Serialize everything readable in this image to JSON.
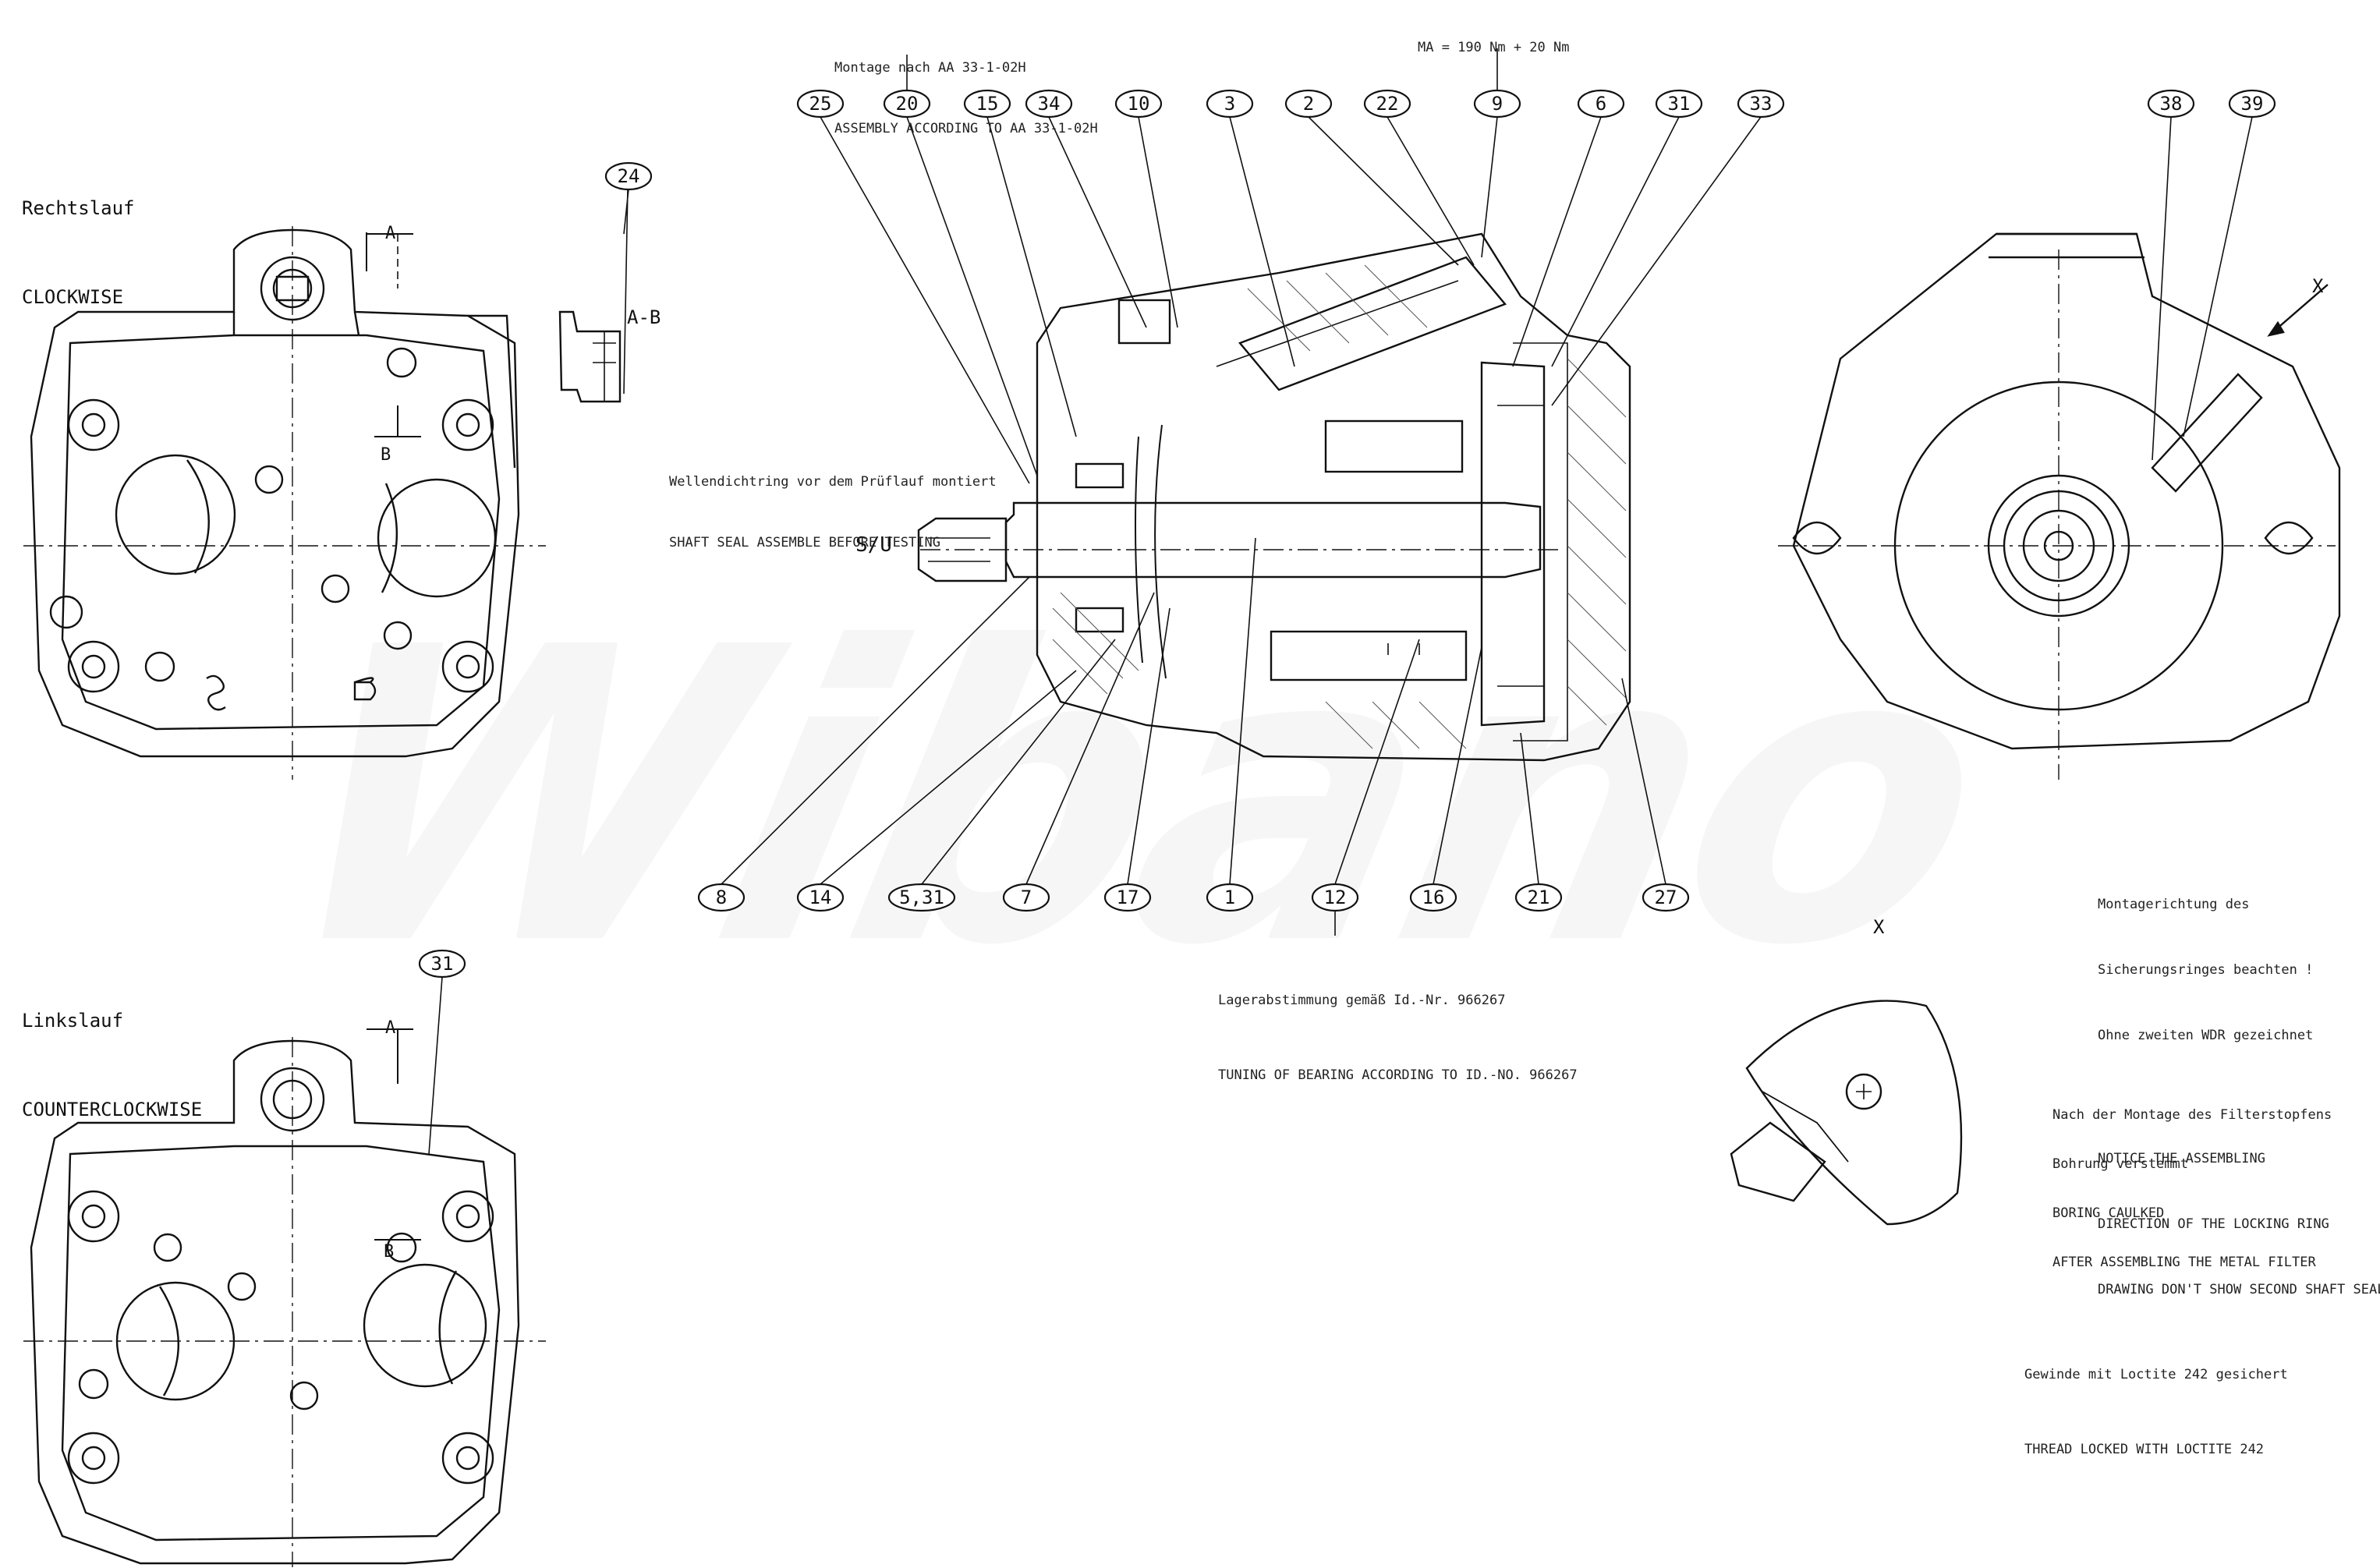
{
  "watermark": "Wibano",
  "views": {
    "clockwise_de": "Rechtslauf",
    "clockwise_en": "CLOCKWISE",
    "counterclockwise_de": "Linkslauf",
    "counterclockwise_en": "COUNTERCLOCKWISE",
    "section_ab": "A-B",
    "section_a": "A",
    "section_b": "B",
    "shaft_label": "S/U",
    "view_x": "X"
  },
  "notes": {
    "assembly_de": "Montage nach AA 33-1-02H",
    "assembly_en": "ASSEMBLY ACCORDING TO AA 33-1-02H",
    "torque": "MA = 190 Nm + 20 Nm",
    "shaft_seal_de": "Wellendichtring vor dem Prüflauf montiert",
    "shaft_seal_en": "SHAFT SEAL ASSEMBLE BEFORE TESTING",
    "bearing_de": "Lagerabstimmung gemäß Id.-Nr. 966267",
    "bearing_en": "TUNING OF BEARING ACCORDING TO ID.-NO. 966267",
    "locking_ring_de_1": "Montagerichtung des",
    "locking_ring_de_2": "Sicherungsringes beachten !",
    "locking_ring_de_3": "Ohne zweiten WDR gezeichnet",
    "locking_ring_en_1": "NOTICE THE ASSEMBLING",
    "locking_ring_en_2": "DIRECTION OF THE LOCKING RING",
    "locking_ring_en_3": "DRAWING DON'T SHOW SECOND SHAFT SEAL",
    "filter_de_1": "Nach der Montage des Filterstopfens",
    "filter_de_2": "Bohrung verstemmt",
    "filter_en_1": "BORING CAULKED",
    "filter_en_2": "AFTER ASSEMBLING THE METAL FILTER",
    "loctite_de": "Gewinde mit Loctite 242 gesichert",
    "loctite_en": "THREAD LOCKED WITH LOCTITE 242"
  },
  "balloons": {
    "top": [
      "25",
      "20",
      "15",
      "34",
      "10",
      "3",
      "2",
      "22",
      "9",
      "6",
      "31",
      "33"
    ],
    "bottom": [
      "8",
      "14",
      "5,31",
      "7",
      "17",
      "1",
      "12",
      "16",
      "21",
      "27"
    ],
    "right": [
      "38",
      "39"
    ],
    "section_ab": "24",
    "ccw": "31"
  }
}
